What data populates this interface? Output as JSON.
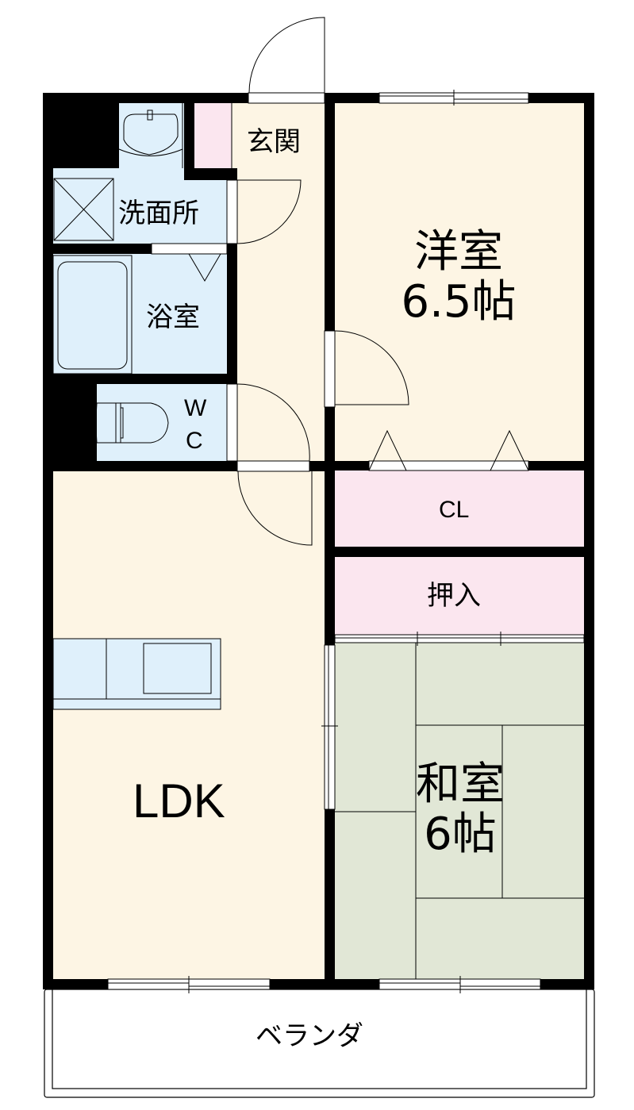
{
  "floor_plan": {
    "colors": {
      "wall": "#000000",
      "living_floor": "#fdf5e4",
      "wet_area": "#dff0fb",
      "storage": "#fbe6ef",
      "tatami": "#e1e7d6",
      "balcony": "#ffffff"
    },
    "rooms": {
      "genkan": {
        "label": "玄関"
      },
      "senmenjo": {
        "label": "洗面所"
      },
      "yokushitsu": {
        "label": "浴室"
      },
      "wc": {
        "label_line1": "W",
        "label_line2": "C"
      },
      "yoshitsu": {
        "label_line1": "洋室",
        "label_line2": "6.5帖"
      },
      "closet": {
        "label": "CL"
      },
      "oshiire": {
        "label": "押入"
      },
      "washitsu": {
        "label_line1": "和室",
        "label_line2": "6帖"
      },
      "ldk": {
        "label": "LDK"
      },
      "veranda": {
        "label": "ベランダ"
      }
    }
  }
}
